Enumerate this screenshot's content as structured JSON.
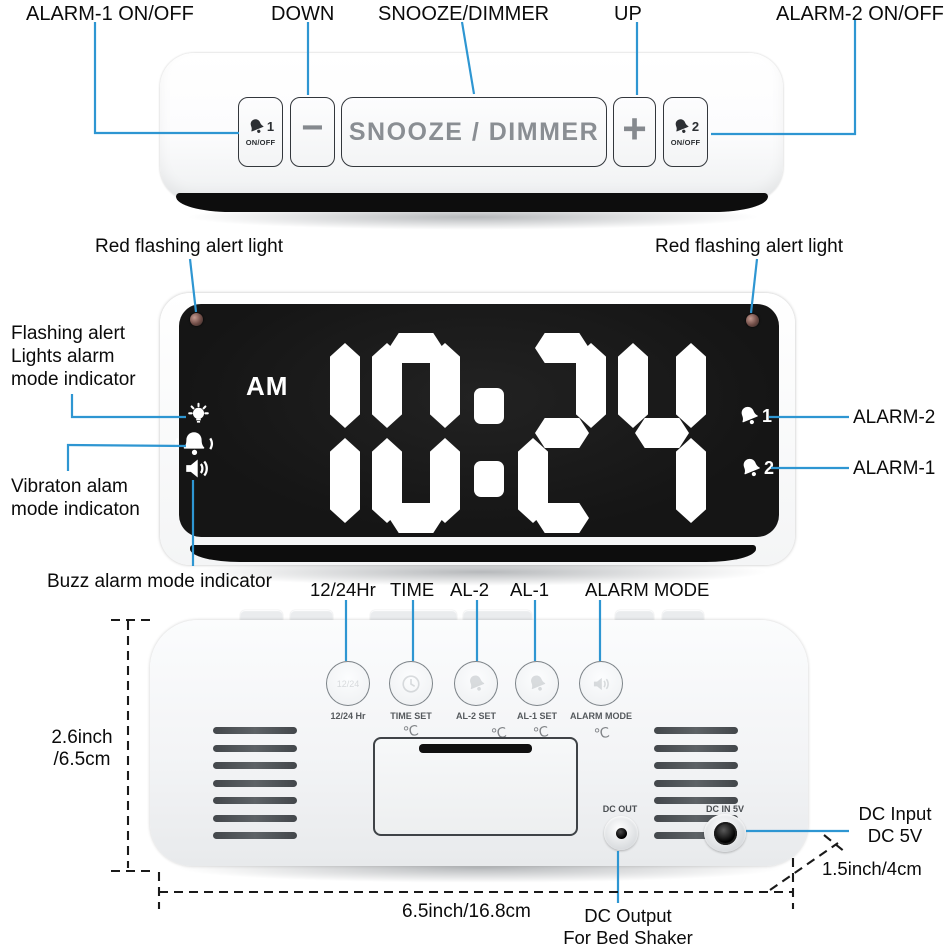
{
  "colors": {
    "accent": "#2e96d2",
    "display_bg": "#171717",
    "digit": "#ffffff"
  },
  "top_view": {
    "labels": {
      "alarm1": "ALARM-1 ON/OFF",
      "down": "DOWN",
      "snooze": "SNOOZE/DIMMER",
      "up": "UP",
      "alarm2": "ALARM-2 ON/OFF"
    },
    "buttons": {
      "alarm1_num": "1",
      "alarm2_num": "2",
      "onoff": "ON/OFF",
      "minus": "−",
      "plus": "+",
      "snooze": "SNOOZE / DIMMER"
    }
  },
  "front_view": {
    "red_light_left": "Red flashing alert light",
    "red_light_right": "Red flashing alert light",
    "flashing_lines": [
      "Flashing alert",
      "Lights alarm",
      "mode indicator"
    ],
    "vibration_lines": [
      "Vibraton alam",
      "mode indicaton"
    ],
    "buzz_label": "Buzz alarm mode indicator",
    "display": {
      "ampm": "AM",
      "time": "10:24",
      "bell1_num": "1",
      "bell2_num": "2"
    },
    "alarm2_label": "ALARM-2",
    "alarm1_label": "ALARM-1"
  },
  "back_view": {
    "top_labels": [
      "12/24Hr",
      "TIME",
      "AL-2",
      "AL-1",
      "ALARM MODE"
    ],
    "button_labels": [
      "12/24 Hr",
      "TIME SET",
      "AL-2 SET",
      "AL-1 SET",
      "ALARM MODE"
    ],
    "button_glyph_first": "12/24",
    "temp_glyph": "℃",
    "ports": {
      "dc_out": "DC OUT",
      "dc_in": "DC IN 5V"
    },
    "dc_input_lines": [
      "DC Input",
      "DC 5V"
    ],
    "dc_output_lines": [
      "DC Output",
      "For Bed Shaker"
    ],
    "dimensions": {
      "height_lines": [
        "2.6inch",
        "/6.5cm"
      ],
      "width": "6.5inch/16.8cm",
      "depth": "1.5inch/4cm"
    }
  }
}
